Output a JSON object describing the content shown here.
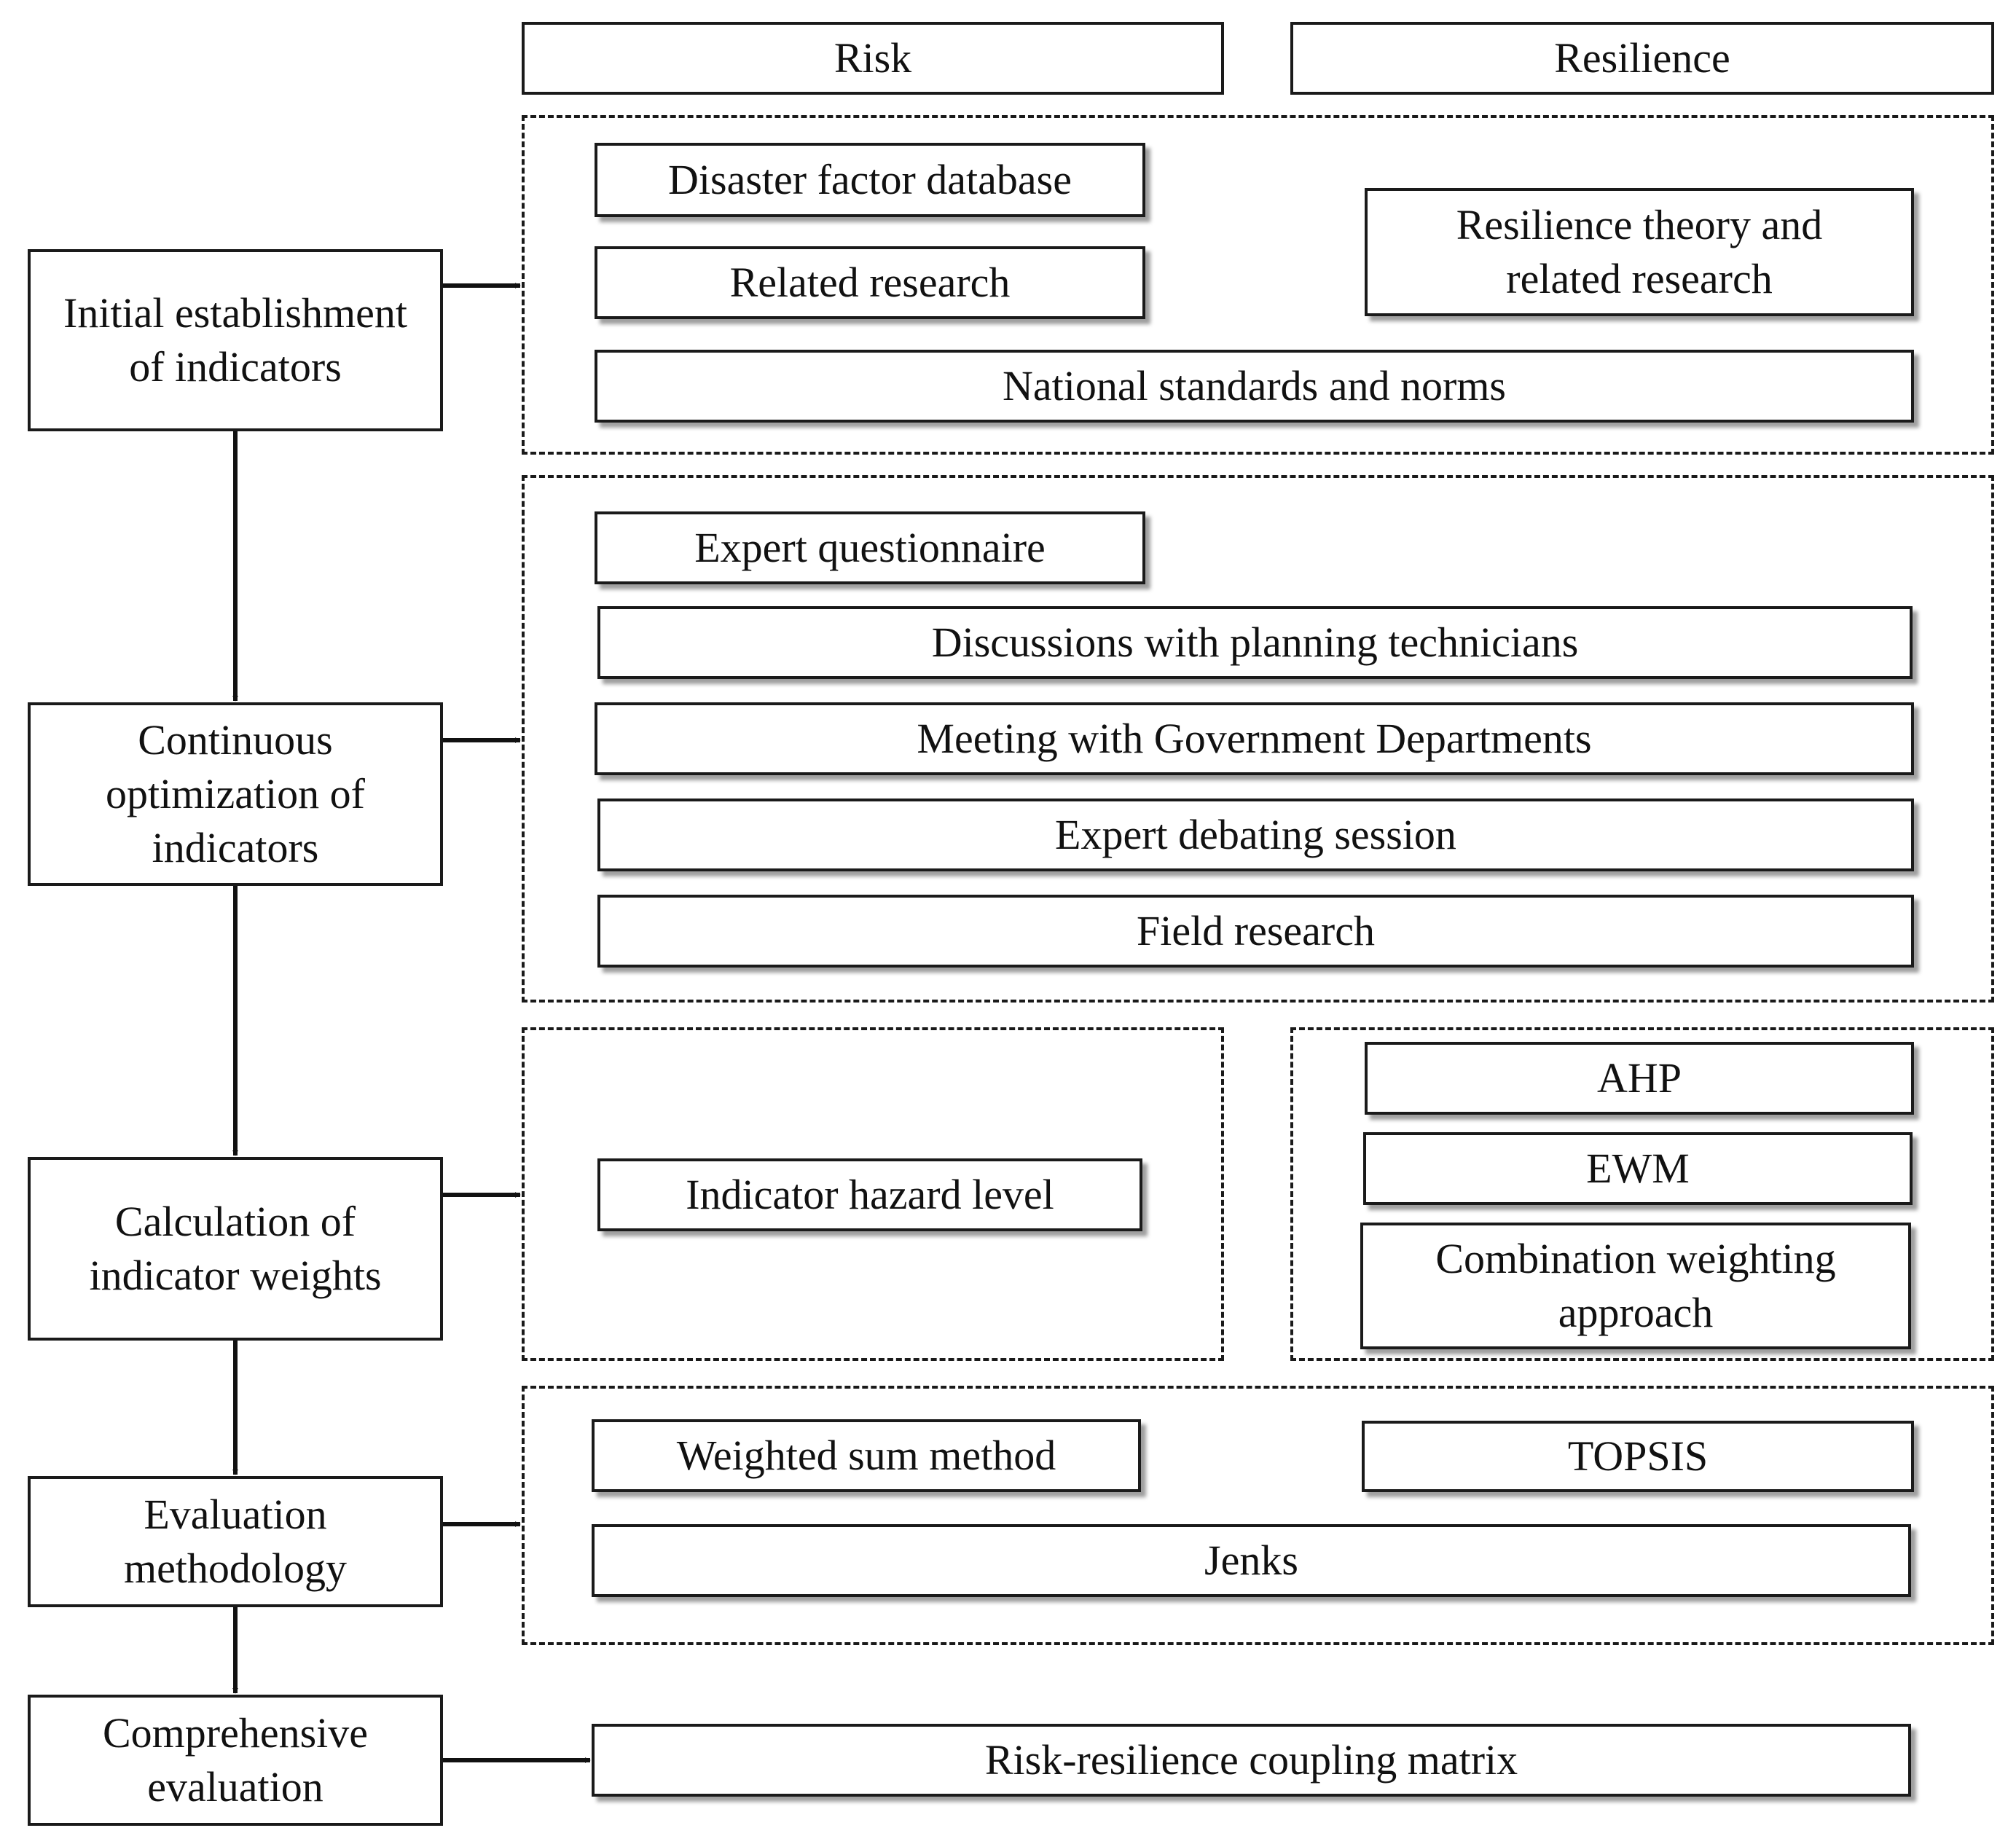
{
  "columns": {
    "risk": "Risk",
    "resilience": "Resilience"
  },
  "steps": {
    "initial": "Initial establishment of indicators",
    "continuous": "Continuous optimization of indicators",
    "weights": "Calculation of indicator weights",
    "methodology": "Evaluation methodology",
    "comprehensive": "Comprehensive evaluation"
  },
  "establishment": {
    "disaster_db": "Disaster factor database",
    "related_research": "Related research",
    "resilience_theory": "Resilience theory and related research",
    "national_standards": "National standards and norms"
  },
  "optimization": {
    "questionnaire": "Expert questionnaire",
    "discussions": "Discussions with planning technicians",
    "meeting": "Meeting with Government Departments",
    "debating": "Expert debating session",
    "field": "Field research"
  },
  "weighting": {
    "hazard_level": "Indicator hazard level",
    "ahp": "AHP",
    "ewm": "EWM",
    "combination": "Combination weighting approach"
  },
  "methods": {
    "weighted_sum": "Weighted sum method",
    "topsis": "TOPSIS",
    "jenks": "Jenks"
  },
  "evaluation": {
    "coupling_matrix": "Risk-resilience coupling matrix"
  }
}
